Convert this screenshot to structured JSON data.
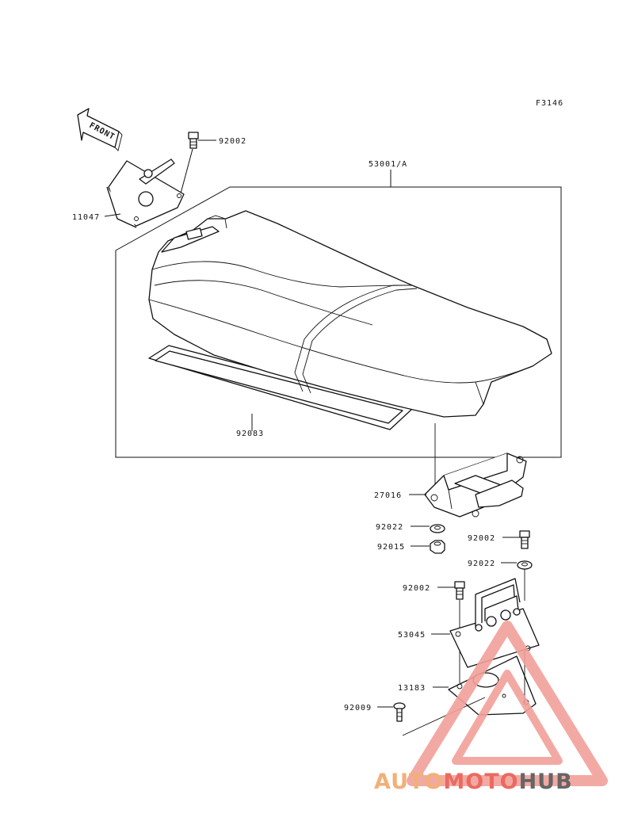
{
  "figure_code": "F3146",
  "front_label": "FRONT",
  "parts": {
    "bolt_top": "92002",
    "bracket_top": "11047",
    "seat_assy": "53001/A",
    "seat_band": "92083",
    "seat_lock": "27016",
    "washer_a": "92022",
    "nut": "92015",
    "bolt_right": "92002",
    "washer_right": "92022",
    "bolt_mid": "92002",
    "bracket_lower": "53045",
    "plate": "13183",
    "bolt_bottom": "92009"
  },
  "watermark": {
    "part1": "AUTO",
    "part2": "MOTO",
    "part3": "HUB",
    "colors": {
      "orange": "#f0a86a",
      "red": "#e85a50",
      "gray": "#555555",
      "triangle": "#f2a09a"
    }
  }
}
